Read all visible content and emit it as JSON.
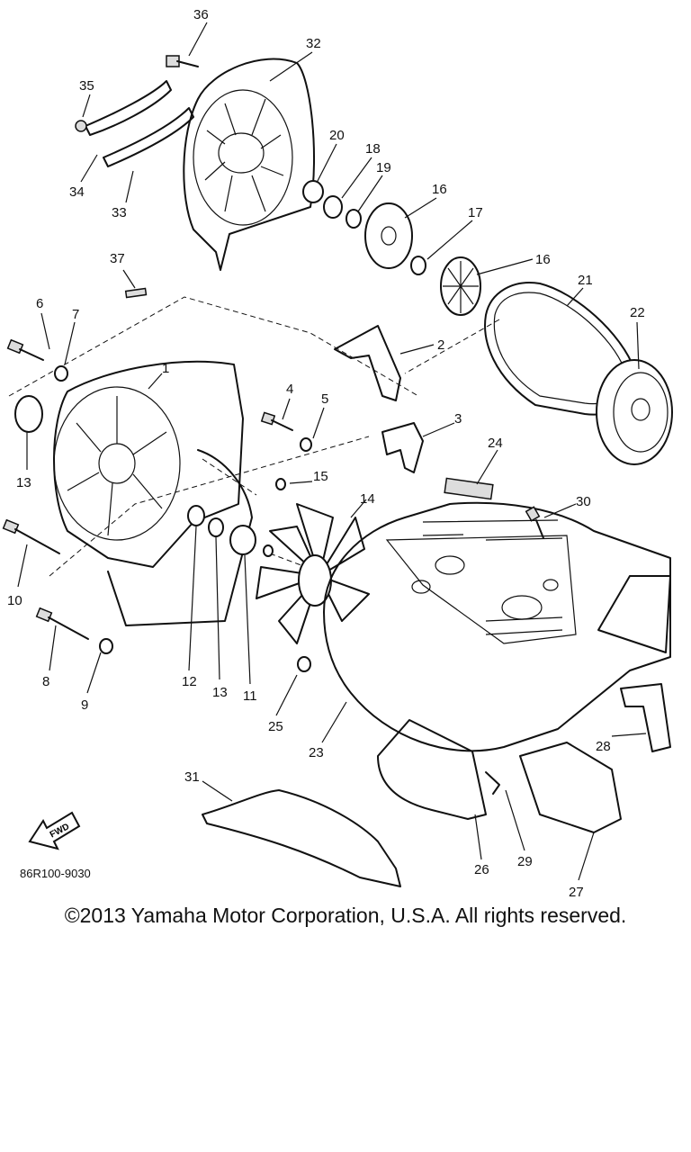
{
  "diagram": {
    "callouts": [
      "36",
      "32",
      "35",
      "20",
      "18",
      "19",
      "16",
      "17",
      "34",
      "33",
      "37",
      "16",
      "21",
      "22",
      "6",
      "7",
      "1",
      "2",
      "4",
      "5",
      "3",
      "24",
      "13",
      "15",
      "14",
      "30",
      "10",
      "8",
      "12",
      "13",
      "11",
      "9",
      "25",
      "23",
      "28",
      "31",
      "26",
      "29",
      "27"
    ],
    "figure_code": "86R100-9030",
    "fwd_label": "FWD"
  },
  "footer": {
    "copyright": "©2013 Yamaha Motor Corporation, U.S.A. All rights reserved."
  }
}
